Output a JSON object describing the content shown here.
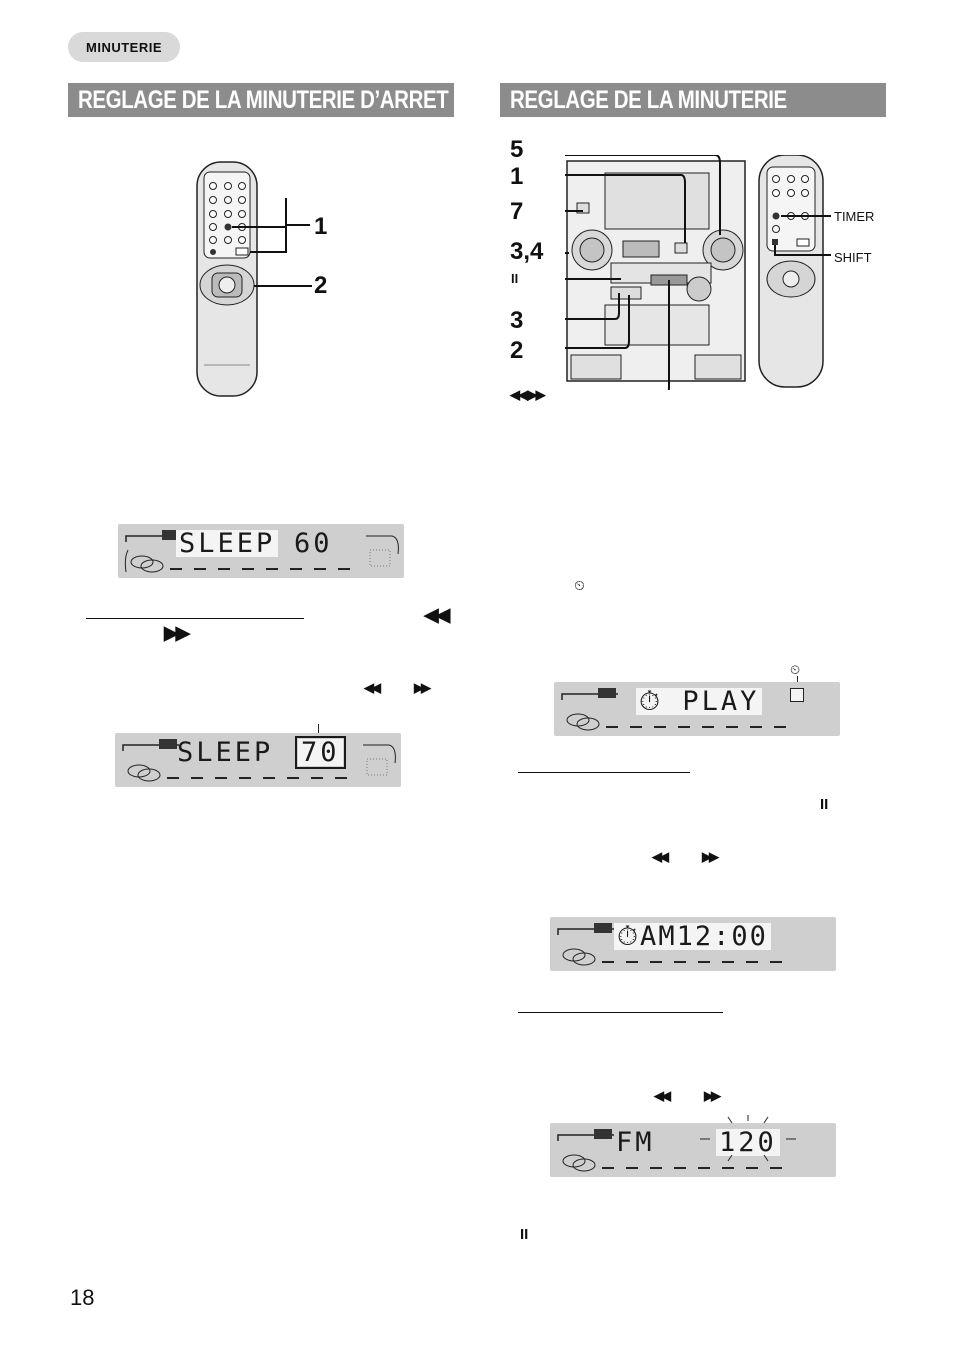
{
  "header": {
    "section_tag": "MINUTERIE"
  },
  "left": {
    "title": "REGLAGE DE LA MINUTERIE D’ARRET",
    "remote_callouts": [
      "1",
      "2"
    ],
    "display1": {
      "word": "SLEEP",
      "value": "60"
    },
    "display2": {
      "word": "SLEEP",
      "value": "70"
    }
  },
  "right": {
    "title": "REGLAGE DE LA MINUTERIE",
    "unit_callouts": [
      "5",
      "1",
      "7",
      "3,4",
      "II",
      "3",
      "2",
      "◀◀,▶▶"
    ],
    "remote_labels": {
      "timer": "TIMER",
      "shift": "SHIFT"
    },
    "display_play": "⏱ PLAY",
    "display_time": "⏱AM12:00",
    "display_fm": {
      "word": "FM",
      "value": "120"
    }
  },
  "glyphs": {
    "rew": "◀◀",
    "ff": "▶▶",
    "pause": "II",
    "timer_icon": "⏲"
  },
  "footer": {
    "page_number": "18"
  }
}
